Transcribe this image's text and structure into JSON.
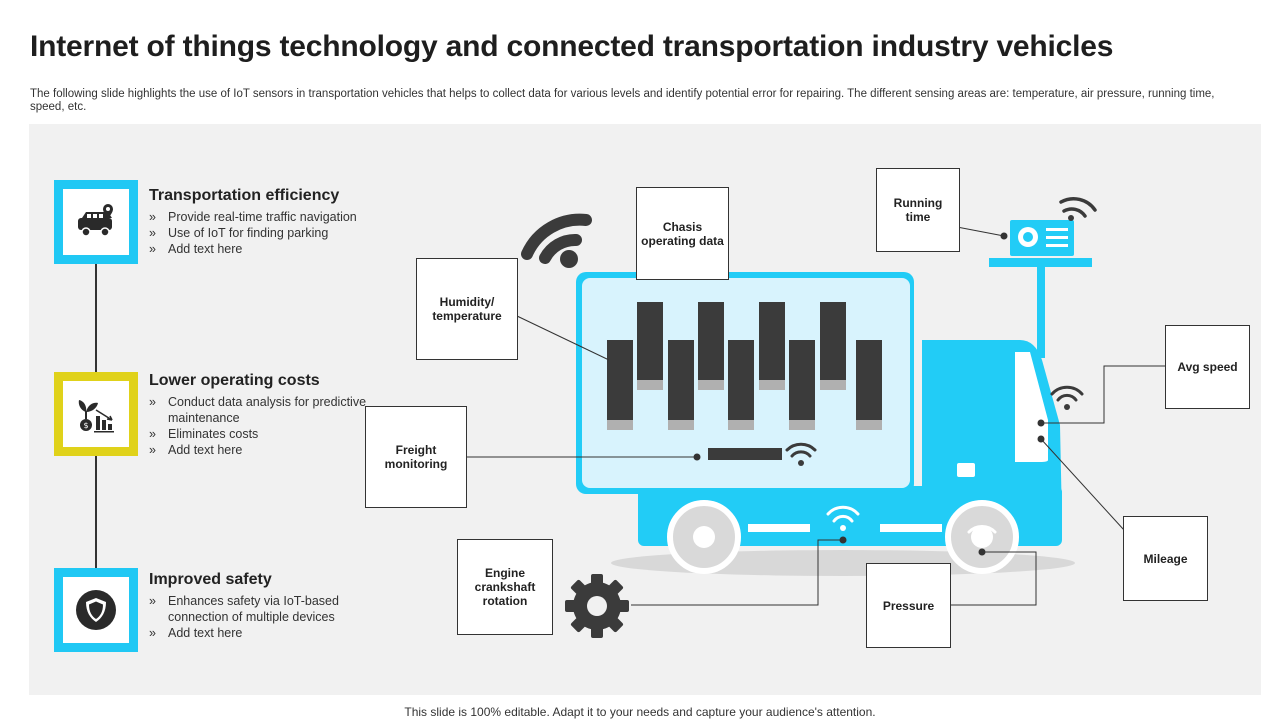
{
  "header": {
    "title": "Internet of things technology and connected transportation industry vehicles",
    "subtitle": "The following slide highlights the use of IoT sensors in transportation vehicles that helps to collect data for various levels and identify potential error for repairing. The different sensing areas are: temperature, air pressure, running time, speed, etc."
  },
  "features": [
    {
      "title": "Transportation efficiency",
      "icon": "vehicle-location-icon",
      "accent": "#20c8f4",
      "points": [
        "Provide real-time traffic navigation",
        "Use of IoT for finding parking",
        "Add text here"
      ]
    },
    {
      "title": "Lower operating costs",
      "icon": "cost-reduction-icon",
      "accent": "#e0d21a",
      "points": [
        "Conduct data analysis for predictive maintenance",
        "Eliminates costs",
        "Add text here"
      ]
    },
    {
      "title": "Improved safety",
      "icon": "shield-icon",
      "accent": "#20c8f4",
      "points": [
        "Enhances safety via IoT-based connection of multiple devices",
        "Add text here"
      ]
    }
  ],
  "sensors": {
    "chasis": "Chasis operating data",
    "humidity": "Humidity/ temperature",
    "freight": "Freight monitoring",
    "engine": "Engine crankshaft rotation",
    "running_time": "Running time",
    "avg_speed": "Avg speed",
    "mileage": "Mileage",
    "pressure": "Pressure"
  },
  "colors": {
    "truck": "#22ccf6",
    "truck_cargo_bg": "#d8f3fd",
    "dark": "#3b3b3b",
    "panel": "#f1f1f1"
  },
  "footer": "This slide is 100% editable. Adapt it to your needs and capture your audience's attention."
}
